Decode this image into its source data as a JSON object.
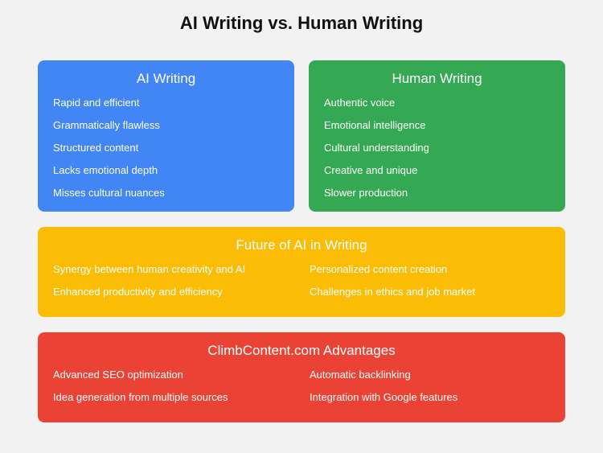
{
  "title": "AI Writing vs. Human Writing",
  "cards": {
    "ai": {
      "heading": "AI Writing",
      "color": "#4285f4",
      "items": [
        "Rapid and efficient",
        "Grammatically flawless",
        "Structured content",
        "Lacks emotional depth",
        "Misses cultural nuances"
      ]
    },
    "human": {
      "heading": "Human Writing",
      "color": "#34a853",
      "items": [
        "Authentic voice",
        "Emotional intelligence",
        "Cultural understanding",
        "Creative and unique",
        "Slower production"
      ]
    },
    "future": {
      "heading": "Future of AI in Writing",
      "color": "#fbbc05",
      "items": [
        "Synergy between human creativity and AI",
        "Personalized content creation",
        "Enhanced productivity and efficiency",
        "Challenges in ethics and job market"
      ]
    },
    "climb": {
      "heading": "ClimbContent.com Advantages",
      "color": "#ea4335",
      "items": [
        "Advanced SEO optimization",
        "Automatic backlinking",
        "Idea generation from multiple sources",
        "Integration with Google features"
      ]
    }
  }
}
